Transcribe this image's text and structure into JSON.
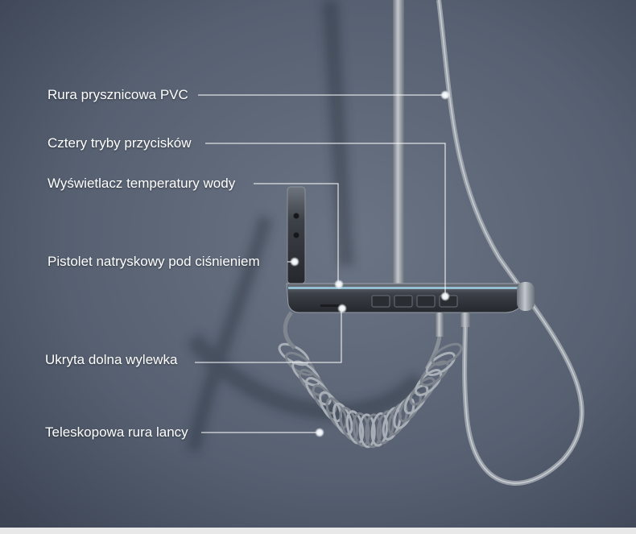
{
  "callouts": [
    {
      "id": "pvc-pipe",
      "text": "Rura prysznicowa PVC"
    },
    {
      "id": "four-modes",
      "text": "Cztery tryby przycisków"
    },
    {
      "id": "temp-display",
      "text": "Wyświetlacz temperatury wody"
    },
    {
      "id": "spray-gun",
      "text": "Pistolet natryskowy pod ciśnieniem"
    },
    {
      "id": "hidden-spout",
      "text": "Ukryta dolna wylewka"
    },
    {
      "id": "telescopic-pipe",
      "text": "Teleskopowa rura lancy"
    }
  ],
  "colors": {
    "wall": "#5b6473",
    "metal": "#8d939b",
    "panel": "#3a3e45",
    "glow": "#9fd0e6",
    "callout_line": "#ffffff"
  }
}
